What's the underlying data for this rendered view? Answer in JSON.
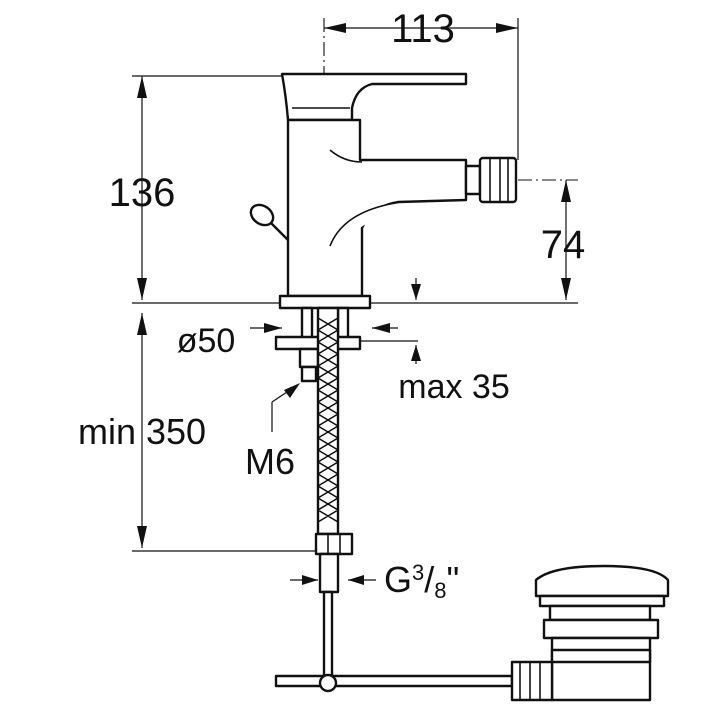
{
  "dimensions": {
    "width_label": "113",
    "height_label": "136",
    "spout_height_label": "74",
    "base_diameter_label": "ø50",
    "max_thickness_label": "max 35",
    "min_length_label": "min 350",
    "rod_thread_label": "M6",
    "connection_label_main": "G",
    "connection_label_num": "3",
    "connection_label_den": "8",
    "connection_label_suffix": "\""
  }
}
